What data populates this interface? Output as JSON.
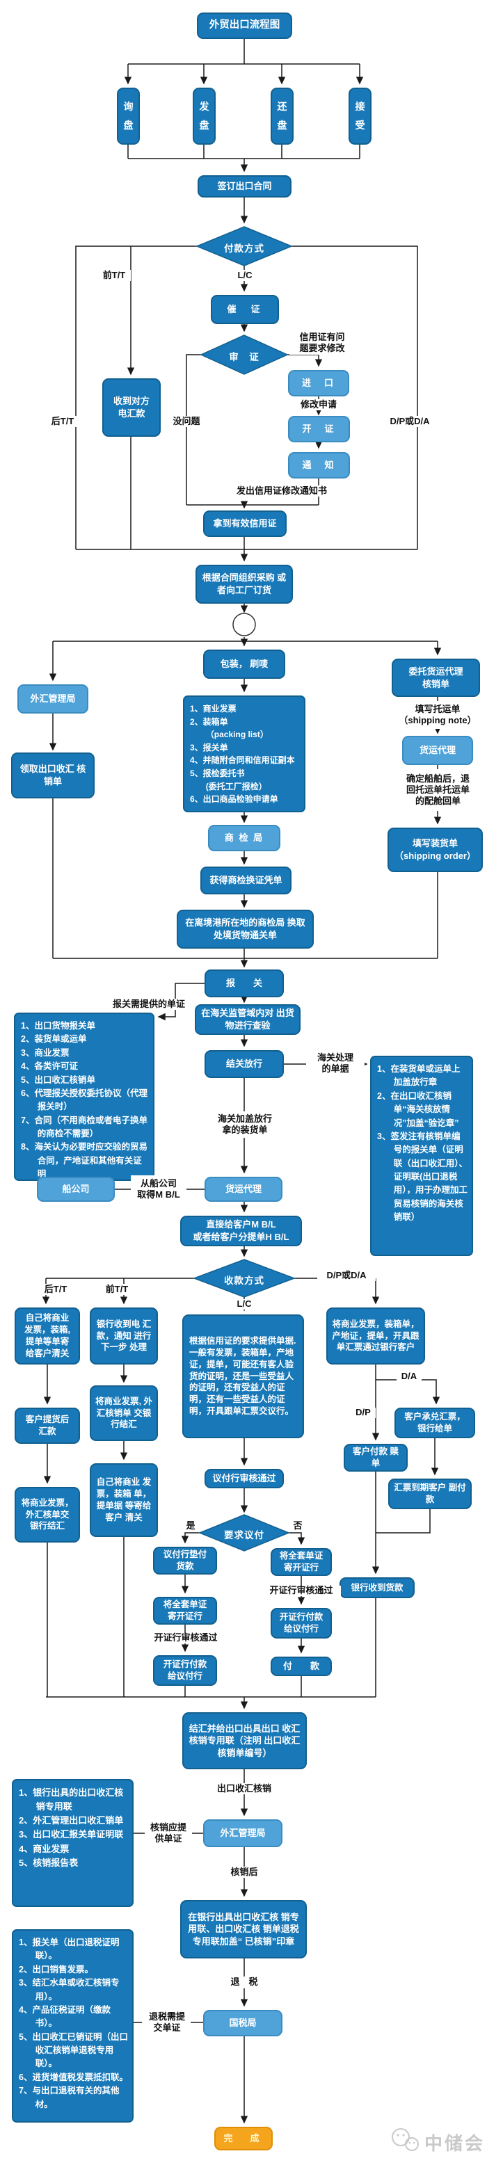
{
  "colors": {
    "primary": "#1878b8",
    "light": "#4fa3d8",
    "orange": "#f5a41e",
    "line": "#1a1a1a",
    "watermark": "#c9c9c9"
  },
  "nodes": {
    "title": "外贸出口流程图",
    "inquiry": "询\n盘",
    "offer": "发\n盘",
    "counter_offer": "还\n盘",
    "acceptance": "接\n受",
    "sign_contract": "签订出口合同",
    "payment_method": "付款方式",
    "urge_lc": "催　证",
    "review_lc": "审　证",
    "importer": "进　口",
    "issue_lc": "开　证",
    "notify": "通　知",
    "receive_tt": "收到对方 电汇款",
    "get_valid_lc": "拿到有效信用证",
    "organize_goods": "根据合同组织采购 或者向工厂订货",
    "pack_mark": "包装， 刷唛",
    "safe_bureau_left": "外汇管理局",
    "get_verification_form": "领取出口收汇 核销单",
    "inspection_bureau": "商 检 局",
    "get_inspection_voucher": "获得商检换证凭单",
    "port_inspection": "在离境港所在地的商检局 换取处境货物通关单",
    "entrust_agent": "委托货运代理\n核销单",
    "freight_agent_right": "货运代理",
    "fill_shipping_order": "填写装货单\n（shipping order）",
    "declare_customs": "报　　关",
    "inspect_goods": "在海关监管域内对 出货物进行查验",
    "release": "结关放行",
    "ship_company": "船公司",
    "freight_agent2": "货运代理",
    "give_bl": "直接给客户M B/L\n或者给客户分提单H B/L",
    "collection_method": "收款方式",
    "tt_after_box": "自己将商业 发票，装箱, 提单等单寄 给客户清关",
    "tt_before_box": "银行收到电 汇款，通知 进行下一步 处理",
    "lc_docs_box": "根据信用证的要求提供单据.一般有发票，装箱单，产地证，提单，可能还有客人验货的证明，还是一些受益人的证明，还有受益人的证明，还有一些受益人的证明，开具跟单汇票交议行。",
    "dpda_box": "将商业发票，装箱单，产地证，提单，开具跟单汇票通过银行客户",
    "customer_pickup": "客户提货后 汇款",
    "settle1": "将商业发票， 外汇核单交 银行结汇",
    "settle2": "将商业发票, 外汇核销单 交银行结汇",
    "self_send": "自己将商业 发票，装箱 单，提单据 等寄给客户 清关",
    "neg_bank_ok": "议付行审核通过",
    "require_negotiation": "要求议付",
    "neg_bank_advance": "议付行垫付 货款",
    "send_full_docs_l": "将全套单证 寄开证行",
    "send_full_docs_r": "将全套单证 寄开证行",
    "issuing_pay_l": "开证行付款 给议付行",
    "issuing_pay_r": "开证行付款 给议付行",
    "payment": "付　　款",
    "bank_received": "银行收到货款",
    "da_accept": "客户承兑汇票， 银行给单",
    "dp_pay": "客户付款 赎单",
    "draft_due": "汇票到期客户 副付款",
    "settle_issue": "结汇并给出口出具出口 收汇核销专用联（注明 出口收汇核销单编号）",
    "safe_bureau2": "外汇管理局",
    "stamp_box": "在银行出具出口收汇核 销专用联、出口收汇核 销单退税专用联加盖“ 已核销”印章",
    "tax_bureau": "国税局",
    "done": "完　成",
    "watermark": "中储会"
  },
  "labels": {
    "tt_before": "前T/T",
    "lc": "L/C",
    "tt_after": "后T/T",
    "no_problem": "没问题",
    "dp_da": "D/P或D/A",
    "lc_problem": "信用证有问\n题要求修改",
    "amend_request": "修改申请",
    "amendment_notice": "发出信用证修改通知书",
    "declare_docs": "报关需提供的单证",
    "customs_processed": "海关处理\n的单据",
    "customs_stamp": "海关加盖放行\n拿的装货单",
    "from_ship": "从船公司\n取得M B/L",
    "fill_shipping_note": "填写托运单\n（shipping note）",
    "confirm_vessel": "确定船舶后，退\n回托运单托运单\n的配舱回单",
    "tt_after2": "后T/T",
    "tt_before2": "前T/T",
    "lc2": "L/C",
    "dp_da2": "D/P或D/A",
    "yes": "是",
    "no": "否",
    "da": "D/A",
    "dp": "D/P",
    "issuing_ok_l": "开证行审核通过",
    "issuing_ok_r": "开证行审核通过",
    "export_verification": "出口收汇核销",
    "verification_docs": "核销应提\n供单证",
    "after_verification": "核销后",
    "tax_refund": "退　税",
    "refund_docs": "退税需提\n交单证"
  },
  "lists": {
    "inspection_docs": [
      "1、商业发票",
      "2、装箱单\n（packing list）",
      "3、报关单",
      "4、并随附合同和信用证副本",
      "5、报检委托书\n(委托工厂报检）",
      "6、出口商品检验申请单"
    ],
    "customs_docs": [
      "1、出口货物报关单",
      "2、装货单或运单",
      "3、商业发票",
      "4、各类许可证",
      "5、出口收汇核销单",
      "6、代理报关授权委托协议（代理报关时）",
      "7、合同（不用商检或者电子换单的商检不需要）",
      "8、海关认为必要时应交验的贸易合同，产地证和其他有关证明"
    ],
    "customs_processed_docs": [
      "1、在装货单或运单上加盖放行章",
      "2、在出口收汇核销单“海关核放情况”加盖“验讫章”",
      "3、签发注有核销单编号的报关单（证明联（出口收汇用）、证明联(出口退税用），用于办理加工贸易核销的海关核销联）"
    ],
    "verification_docs": [
      "1、银行出具的出口收汇核销专用联",
      "2、外汇管理出口收汇销单",
      "3、出口收汇报关单证明联",
      "4、商业发票",
      "5、核销报告表"
    ],
    "refund_docs": [
      "1、报关单（出口退税证明联）。",
      "2、出口销售发票。",
      "3、结汇水单或收汇核销专用）。",
      "4、产品征税证明（缴款书）。",
      "5、出口收汇已销证明（出口收汇核销单退税专用联）。",
      "6、进货增值税发票抵扣联。",
      "7、与出口退税有关的其他材。"
    ]
  }
}
